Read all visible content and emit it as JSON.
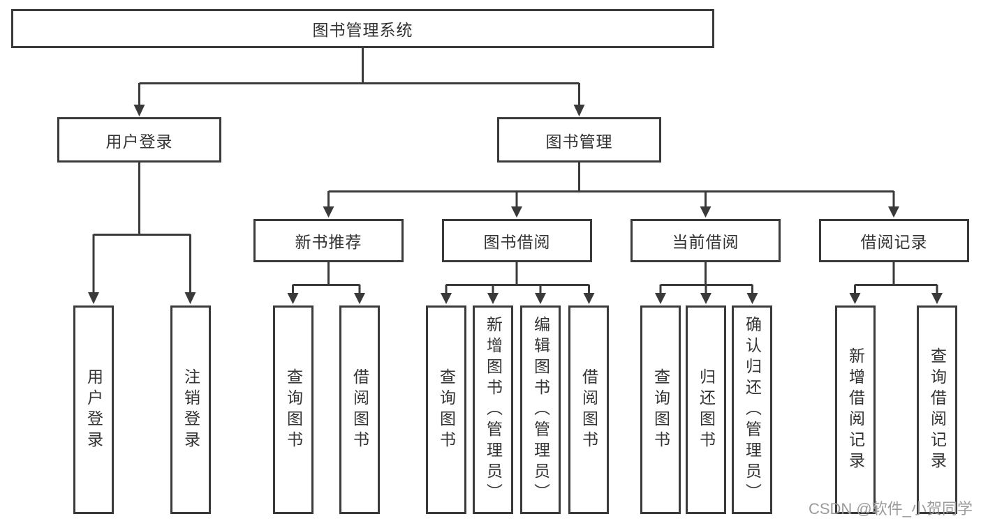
{
  "title": "图书管理系统",
  "colors": {
    "line": "#3a3a3a",
    "text": "#333333",
    "background": "#ffffff",
    "watermark": "#9b9b9b"
  },
  "nodes": {
    "root": {
      "label": "图书管理系统"
    },
    "level2": [
      {
        "label": "用户登录"
      },
      {
        "label": "图书管理"
      }
    ],
    "level3": [
      {
        "label": "新书推荐"
      },
      {
        "label": "图书借阅"
      },
      {
        "label": "当前借阅"
      },
      {
        "label": "借阅记录"
      }
    ],
    "leaves": [
      {
        "label": "用户登录"
      },
      {
        "label": "注销登录"
      },
      {
        "label": "查询图书"
      },
      {
        "label": "借阅图书"
      },
      {
        "label": "查询图书"
      },
      {
        "label": "新增图书（管理员）"
      },
      {
        "label": "编辑图书（管理员）"
      },
      {
        "label": "借阅图书"
      },
      {
        "label": "查询图书"
      },
      {
        "label": "归还图书"
      },
      {
        "label": "确认归还（管理员）"
      },
      {
        "label": "新增借阅记录"
      },
      {
        "label": "查询借阅记录"
      }
    ]
  },
  "watermark": {
    "text": "CSDN @软件_小贺同学"
  }
}
